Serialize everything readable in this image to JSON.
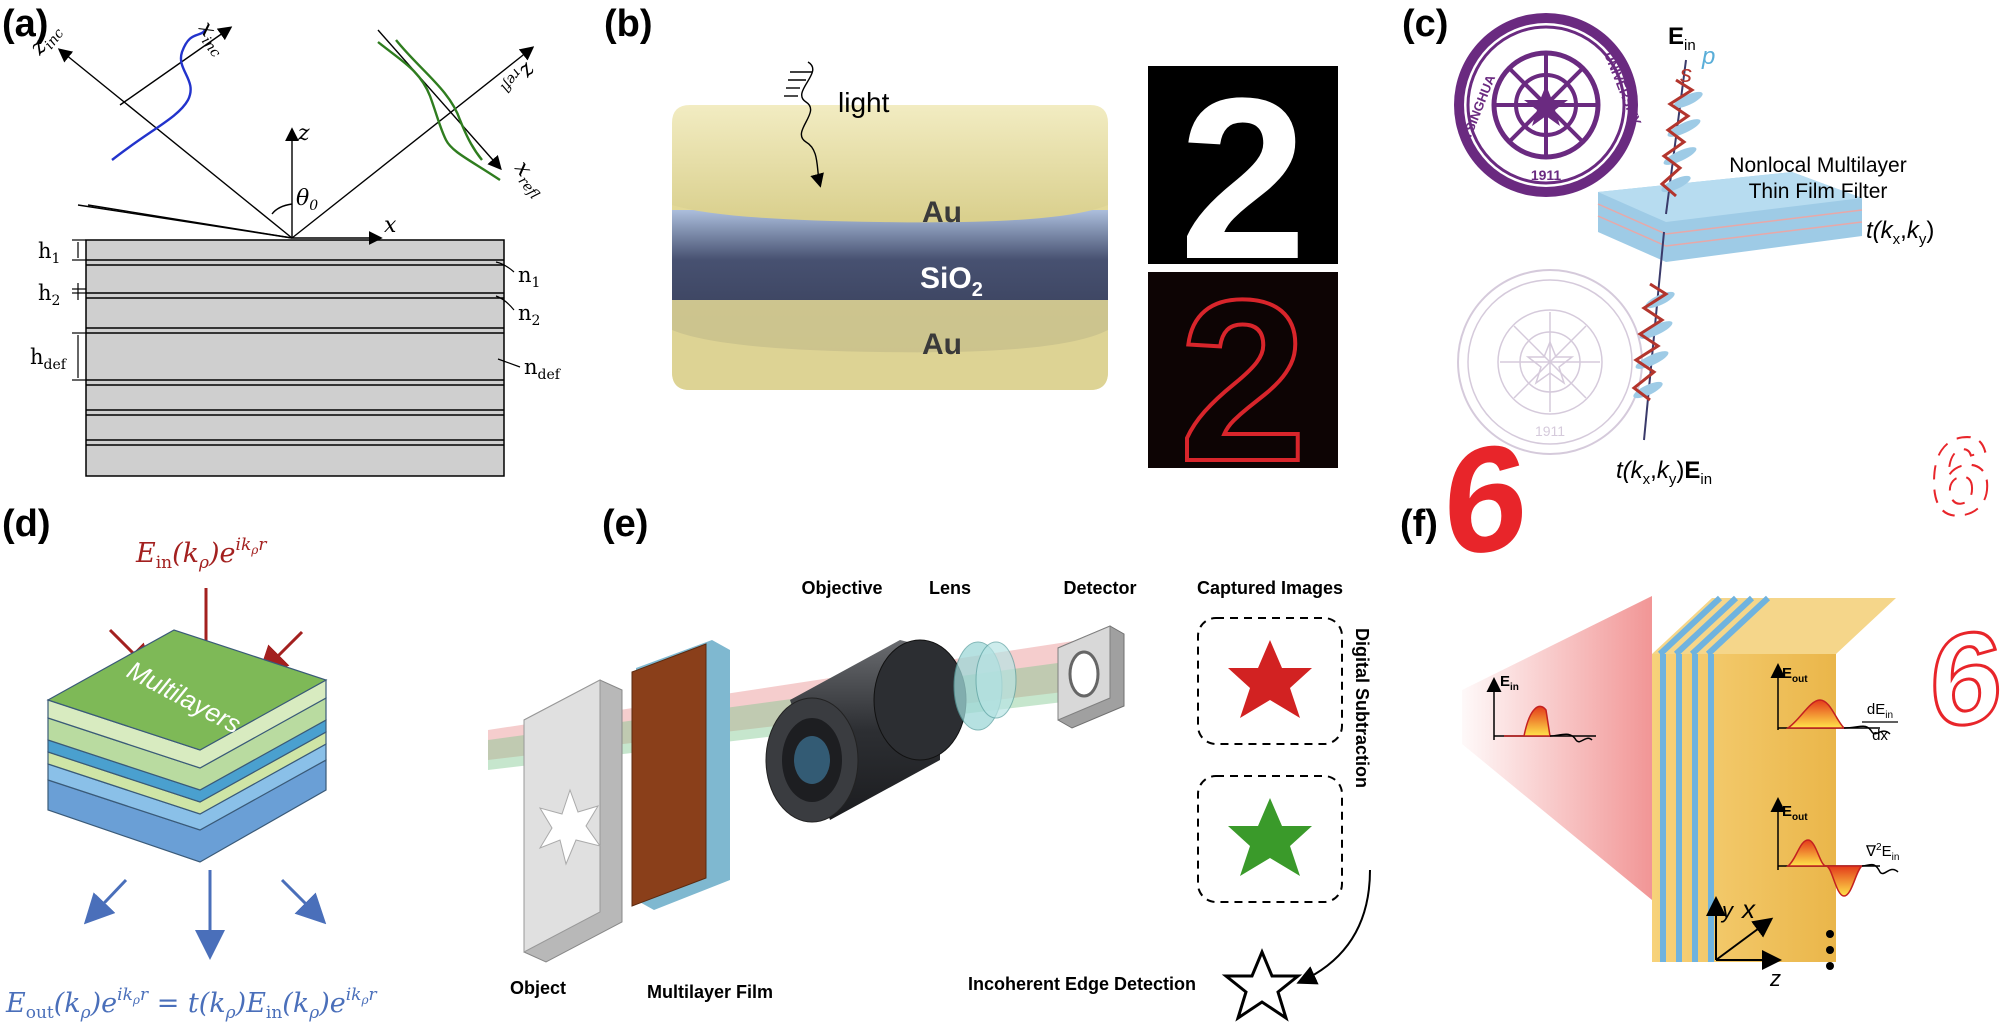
{
  "panel_labels": [
    "(a)",
    "(b)",
    "(c)",
    "(d)",
    "(e)",
    "(f)"
  ],
  "panel_a": {
    "axes": {
      "z_inc": "z",
      "z_inc_sub": "inc",
      "x_inc": "x",
      "x_inc_sub": "inc",
      "z_refl": "z",
      "z_refl_sub": "refl",
      "x_refl": "x",
      "x_refl_sub": "refl",
      "z": "z",
      "x": "x",
      "theta": "θ",
      "theta_sub": "0"
    },
    "layers": [
      {
        "h": "h",
        "h_sub": "1",
        "n": "n",
        "n_sub": "1"
      },
      {
        "h": "h",
        "h_sub": "2",
        "n": "n",
        "n_sub": "2"
      },
      {
        "h": "h",
        "h_sub": "def",
        "n": "n",
        "n_sub": "def"
      }
    ],
    "colors": {
      "incident_beam": "#2233cc",
      "reflected_beam": "#2f7d1f",
      "stack": "#cfcfcf"
    }
  },
  "panel_b": {
    "light_label": "light",
    "layer_top": "Au",
    "layer_mid": "SiO",
    "layer_mid_sub": "2",
    "layer_bot": "Au",
    "digit": "2",
    "colors": {
      "gold": "#e8dfa6",
      "oxide": "#4a5378",
      "edge": "#d8252b"
    }
  },
  "panel_c": {
    "field_in": "E",
    "field_in_sub": "in",
    "pol_s": "s",
    "pol_p": "p",
    "filter_line1": "Nonlocal Multilayer",
    "filter_line2": "Thin Film Filter",
    "transfer": "t(k",
    "transfer_rest_x": "x",
    "transfer_rest_y": "y",
    "output_label": "t(k",
    "seal_text_left": "TSINGHUA",
    "seal_text_right": "UNIVERSITY",
    "seal_year": "1911",
    "colors": {
      "seal": "#6a2a80",
      "filter": "#9ecbe6"
    }
  },
  "panel_d": {
    "input_eq": "E",
    "input_sub": "in",
    "input_rest": "(k",
    "layer_label": "Multilayers",
    "output_eq": "E",
    "output_sub": "out",
    "output_rest": "(k",
    "colors": {
      "input": "#a3201f",
      "output": "#4a6fba",
      "top": "#7eb957"
    }
  },
  "panel_e": {
    "objective": "Objective",
    "lens": "Lens",
    "detector": "Detector",
    "captured": "Captured Images",
    "object": "Object",
    "film": "Multilayer Film",
    "subtraction": "Digital Subtraction",
    "result": "Incoherent Edge Detection",
    "colors": {
      "red_star": "#d22222",
      "green_star": "#3a9a2a",
      "film": "#8a3f1a"
    }
  },
  "panel_f": {
    "digit": "6",
    "e_in": "E",
    "e_in_sub": "in",
    "e_out": "E",
    "e_out_sub": "out",
    "derivative": "dE",
    "derivative_den": "dx",
    "laplacian": "∇",
    "axis_y": "y",
    "axis_x": "x",
    "axis_z": "z",
    "colors": {
      "digit": "#e8252a",
      "slab": "#f2c35a",
      "stripe": "#6fb3df"
    }
  }
}
